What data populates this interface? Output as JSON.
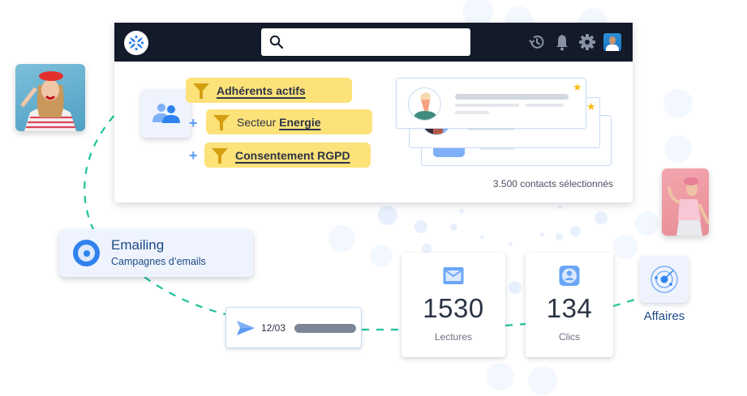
{
  "app": {
    "search": {
      "placeholder": "",
      "value": ""
    },
    "top_icons": [
      "history-icon",
      "bell-icon",
      "gear-icon",
      "user-avatar"
    ]
  },
  "segment": {
    "filters": [
      {
        "prefix": "",
        "label": "Adhérents actifs"
      },
      {
        "prefix": "Secteur ",
        "label": "Energie"
      },
      {
        "prefix": "",
        "label": "Consentement RGPD"
      }
    ],
    "connector_symbol": "+"
  },
  "contacts": {
    "selected_count_text": "3.500 contacts sélectionnés",
    "star_symbol": "★"
  },
  "campaign": {
    "title": "Emailing",
    "subtitle": "Campagnes d’emails",
    "send_date": "12/03"
  },
  "stats": [
    {
      "value": "1530",
      "label": "Lectures",
      "icon": "mail-icon"
    },
    {
      "value": "134",
      "label": "Clics",
      "icon": "contact-icon"
    }
  ],
  "affaires": {
    "label": "Affaires"
  },
  "colors": {
    "topbar": "#131a2a",
    "accent_blue": "#2f82ee",
    "filter_yellow": "#fde27a",
    "funnel_gold": "#d4a012",
    "connector_green": "#1fc39a",
    "star": "#f6bd16",
    "dark_text": "#2c3445",
    "navy_text": "#1d4a86"
  }
}
